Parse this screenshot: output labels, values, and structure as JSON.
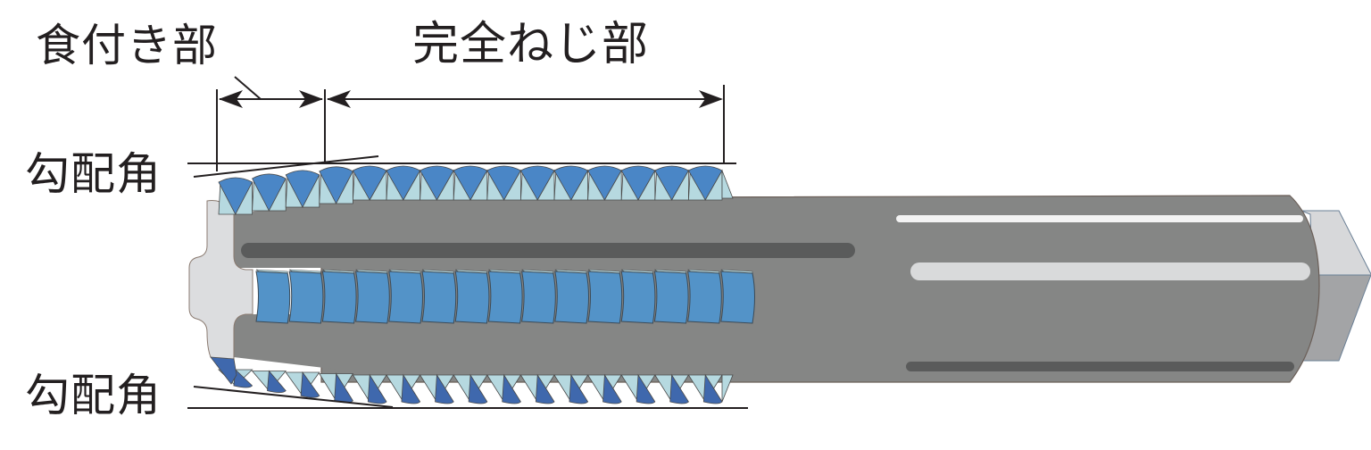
{
  "diagram": {
    "subject": "tap",
    "labels": {
      "chamfer_section": "食付き部",
      "full_thread_section": "完全ねじ部",
      "taper_angle_top": "勾配角",
      "taper_angle_bottom": "勾配角"
    },
    "thread_tooth_count": 15,
    "flute_land_count": 15,
    "colors": {
      "text": "#231f20",
      "line": "#231f20",
      "thread_dark": "#4a86c6",
      "thread_light": "#b6d9e0",
      "thread_bottom_dark": "#3f68ad",
      "flute_blue": "#5393c8",
      "body_gray": "#858685",
      "groove_dark": "#5a5b5b",
      "highlight_light": "#d9dadb",
      "highlight_white": "#f3f3f3",
      "tip_light": "#dcdddf",
      "square_top": "#d7d8da",
      "square_bottom": "#a3a4a6"
    }
  }
}
